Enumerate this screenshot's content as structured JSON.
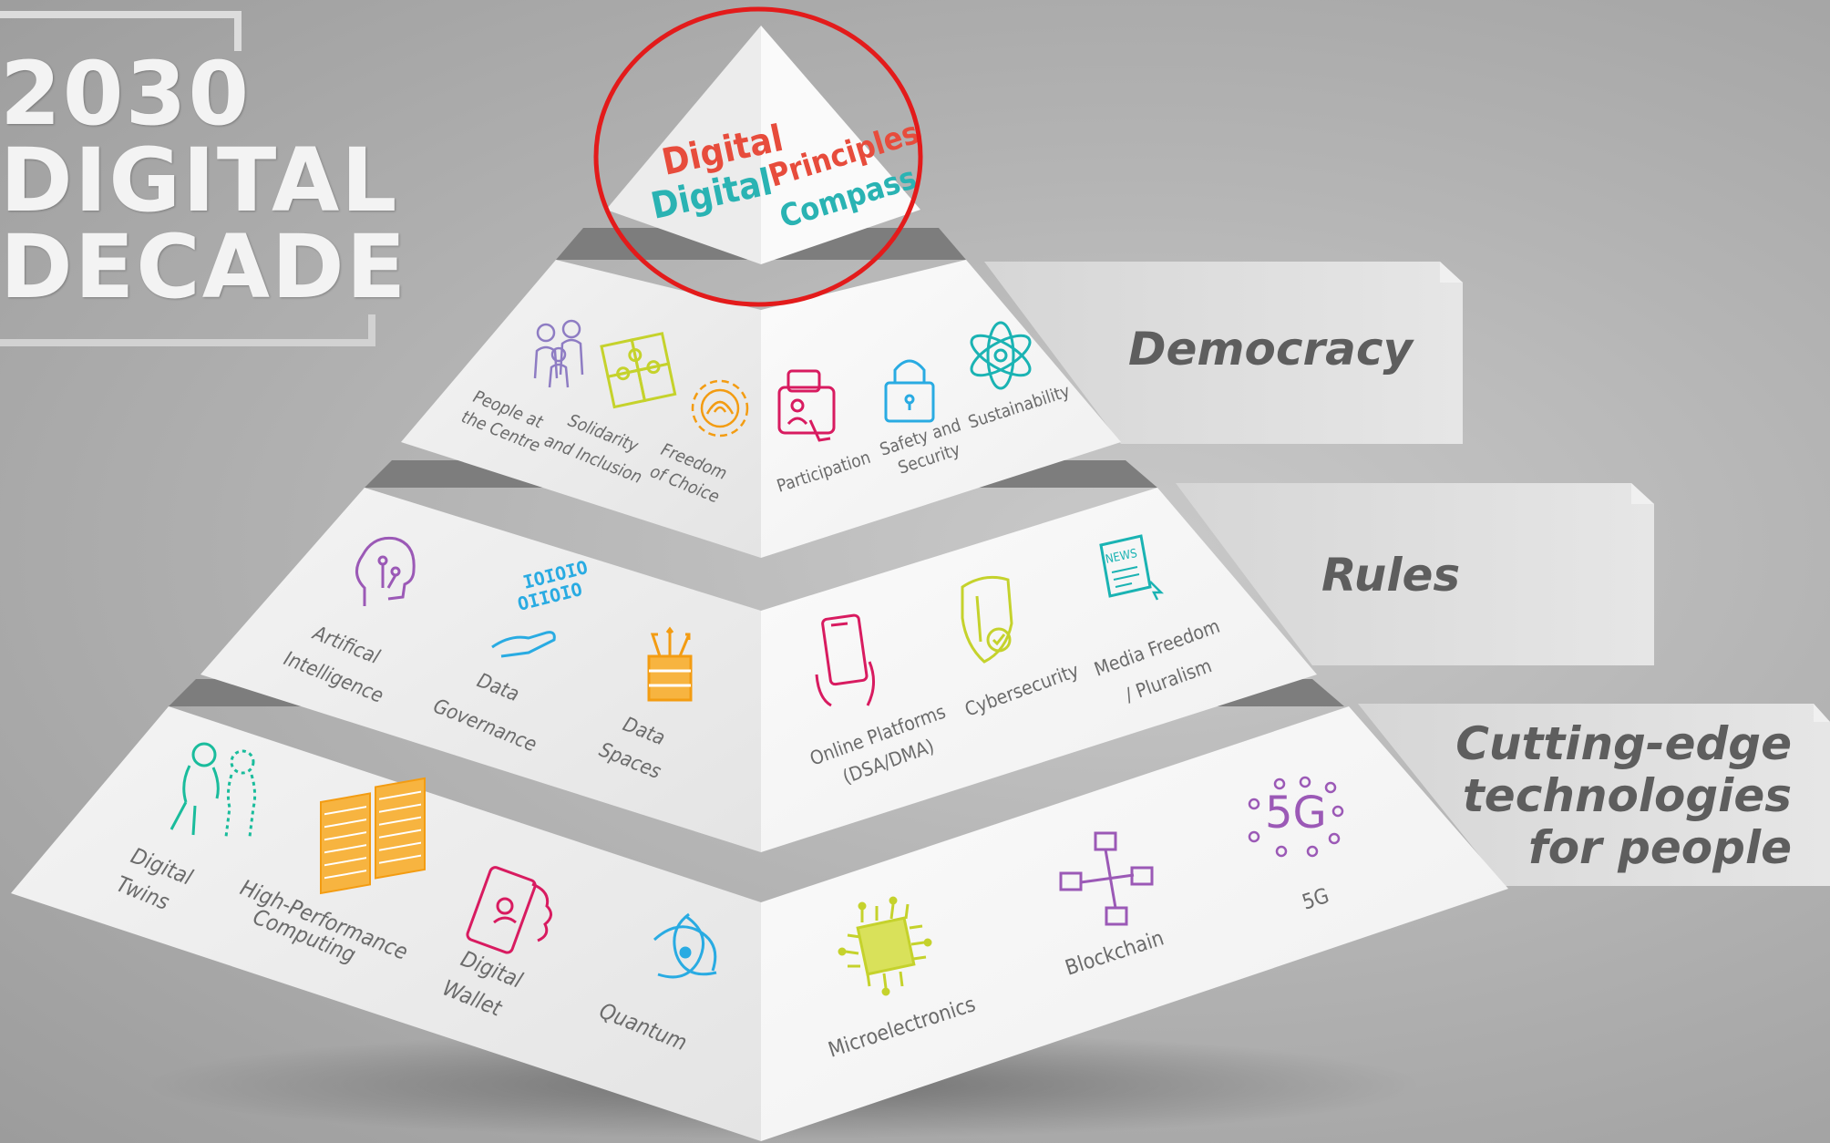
{
  "title": {
    "line1": "2030",
    "line2": "DIGITAL",
    "line3": "DECADE"
  },
  "top": {
    "left_line1": "Digital",
    "left_line2": "Digital",
    "right_line1": "Principles",
    "right_line2": "Compass"
  },
  "tiers": {
    "democracy": "Democracy",
    "rules": "Rules",
    "tech_line1": "Cutting-edge",
    "tech_line2": "technologies",
    "tech_line3": "for people"
  },
  "tier1": {
    "people_1": "People at",
    "people_2": "the Centre",
    "solidarity_1": "Solidarity",
    "solidarity_2": "and Inclusion",
    "freedom_1": "Freedom",
    "freedom_2": "of Choice",
    "participation": "Participation",
    "safety_1": "Safety and",
    "safety_2": "Security",
    "sustainability": "Sustainability"
  },
  "tier2": {
    "ai_1": "Artifical",
    "ai_2": "Intelligence",
    "gov_1": "Data",
    "gov_2": "Governance",
    "spaces_1": "Data",
    "spaces_2": "Spaces",
    "platforms_1": "Online Platforms",
    "platforms_2": "(DSA/DMA)",
    "cyber": "Cybersecurity",
    "media_1": "Media Freedom",
    "media_2": "/ Pluralism"
  },
  "tier3": {
    "twins_1": "Digital",
    "twins_2": "Twins",
    "hpc_1": "High-Performance",
    "hpc_2": "Computing",
    "wallet_1": "Digital",
    "wallet_2": "Wallet",
    "quantum": "Quantum",
    "micro": "Microelectronics",
    "blockchain": "Blockchain",
    "fiveg": "5G"
  },
  "icon_texts": {
    "binary_1": "IOIOIO",
    "binary_2": "OIIOIO",
    "news": "NEWS",
    "fiveg_icon": "5G"
  },
  "colors": {
    "digital_red": "#e74c3c",
    "digital_teal": "#2ab3b3",
    "highlight_circle": "#e31b1b",
    "purple": "#9b59b6",
    "lime": "#c5d22c",
    "orange": "#f39c12",
    "magenta": "#d81b60",
    "sky": "#29abe2",
    "teal": "#1abc9c"
  },
  "icons": [
    "people-icon",
    "puzzle-icon",
    "fingerprint-gear-icon",
    "chat-hand-icon",
    "lock-icon",
    "atom-icon",
    "ai-head-icon",
    "binary-hand-icon",
    "data-box-icon",
    "smartphone-hand-icon",
    "shield-check-icon",
    "news-icon",
    "digital-twins-icon",
    "server-rack-icon",
    "wallet-phone-icon",
    "quantum-swirl-icon",
    "chip-icon",
    "blockchain-icon",
    "fiveg-icon"
  ]
}
